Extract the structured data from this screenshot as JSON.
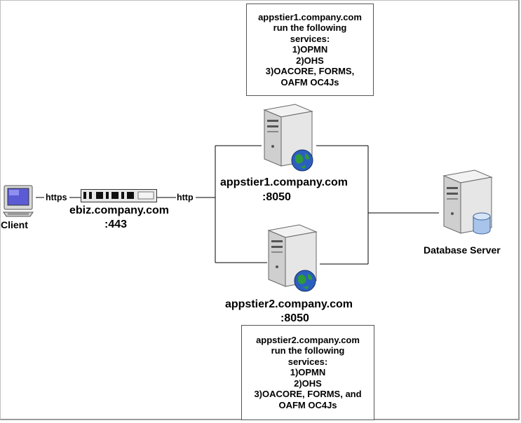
{
  "top_box": {
    "lines": [
      "appstier1.company.com",
      "run the following",
      "services:",
      "1)OPMN",
      "2)OHS",
      "3)OACORE, FORMS,",
      "OAFM OC4Js"
    ]
  },
  "bottom_box": {
    "lines": [
      "appstier2.company.com",
      "run the following",
      "services:",
      "1)OPMN",
      "2)OHS",
      "3)OACORE, FORMS, and",
      "OAFM OC4Js"
    ]
  },
  "nodes": {
    "client": "Client",
    "load_balancer": {
      "host": "ebiz.company.com",
      "port": ":443"
    },
    "apps1": {
      "host": "appstier1.company.com",
      "port": ":8050"
    },
    "apps2": {
      "host": "appstier2.company.com",
      "port": ":8050"
    },
    "database": "Database Server"
  },
  "links": {
    "client_lb": "https",
    "lb_apps": "http"
  },
  "icons": [
    "computer-icon",
    "load-balancer-icon",
    "web-server-icon",
    "web-server-icon",
    "database-server-icon"
  ]
}
